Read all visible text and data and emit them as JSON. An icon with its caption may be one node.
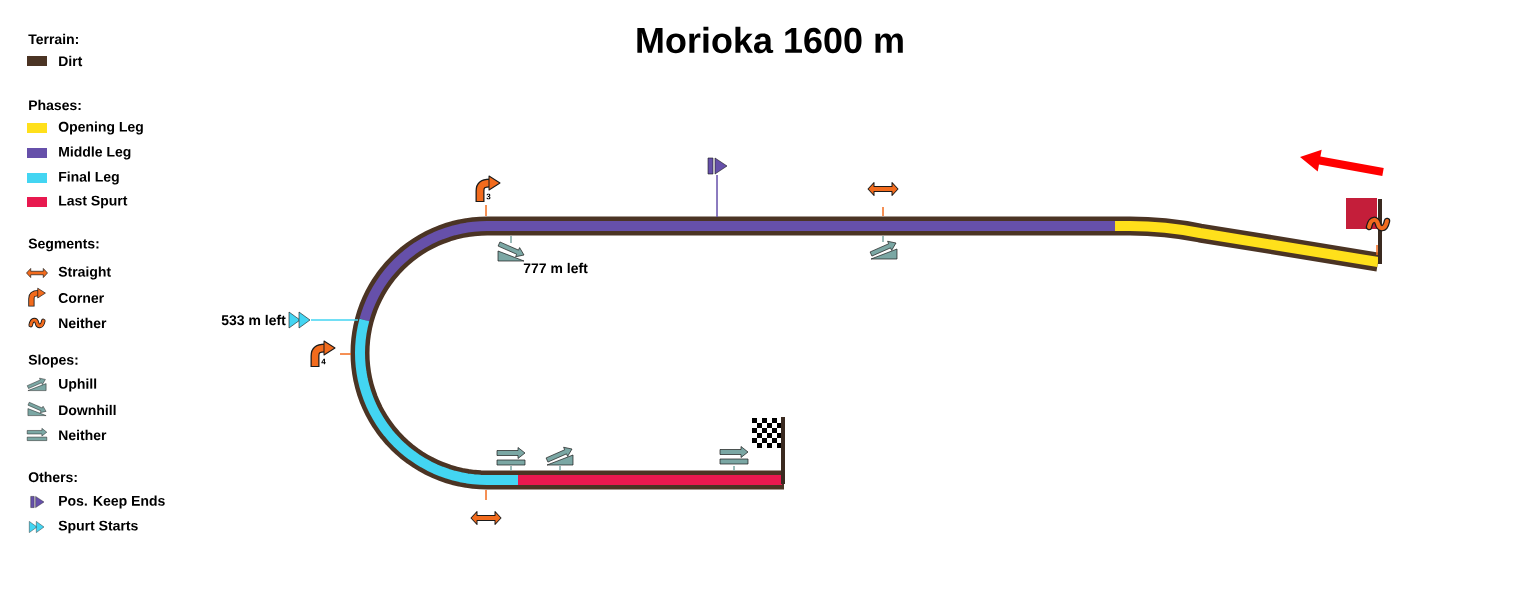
{
  "diagram": {
    "title": "Morioka 1600 m",
    "labels": [
      "Terrain:",
      "Phases:",
      "Segments:",
      "Slopes:",
      "Others:",
      "3",
      "777 m left",
      "533 m left",
      "4"
    ],
    "legend": [
      {
        "text": "Dirt",
        "color": "#4b3424"
      },
      {
        "text": "Opening Leg",
        "color": "#ffe01b"
      },
      {
        "text": "Middle Leg",
        "color": "#6650aa"
      },
      {
        "text": "Final Leg",
        "color": "#43d5f2"
      },
      {
        "text": "Last Spurt",
        "color": "#e8194f"
      },
      {
        "text": "Straight"
      },
      {
        "text": "Corner"
      },
      {
        "text": "Neither"
      },
      {
        "text": "Uphill"
      },
      {
        "text": "Downhill"
      },
      {
        "text": "Neither"
      },
      {
        "text": "Pos. Keep Ends"
      },
      {
        "text": "Spurt Starts"
      }
    ]
  }
}
